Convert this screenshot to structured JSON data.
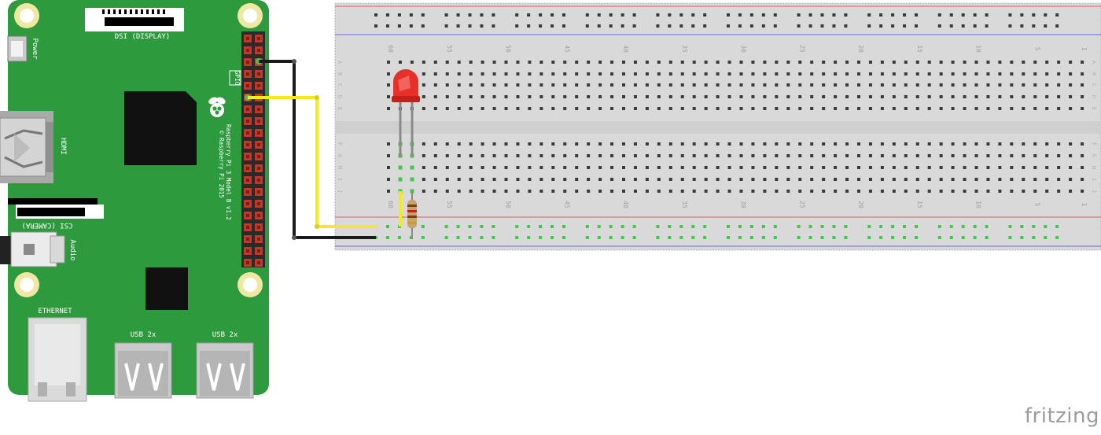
{
  "pi": {
    "dsi_label": "DSI (DISPLAY)",
    "power_label": "Power",
    "hdmi_label": "HDMI",
    "gpio_label": "GPIO",
    "model_line1": "Raspberry Pi 3 Model B v1.2",
    "model_line2": "© Raspberry Pi 2015",
    "csi_label": "CSI (CAMERA)",
    "audio_label": "Audio",
    "ethernet_label": "ETHERNET",
    "usb1_label": "USB 2x",
    "usb2_label": "USB 2x"
  },
  "breadboard": {
    "column_numbers": [
      "60",
      "55",
      "50",
      "45",
      "40",
      "35",
      "30",
      "25",
      "20",
      "15",
      "10",
      "5",
      "1"
    ],
    "row_letters_top": [
      "A",
      "B",
      "C",
      "D",
      "E"
    ],
    "row_letters_bottom": [
      "F",
      "G",
      "H",
      "I",
      "J"
    ]
  },
  "components": {
    "led_color": "#e8302a",
    "resistor_color": "#c9a26b",
    "wire_signal_color": "#f5ea1c",
    "wire_ground_color": "#1a1a1a",
    "board_color": "#2d9a3e"
  },
  "watermark": "fritzing"
}
